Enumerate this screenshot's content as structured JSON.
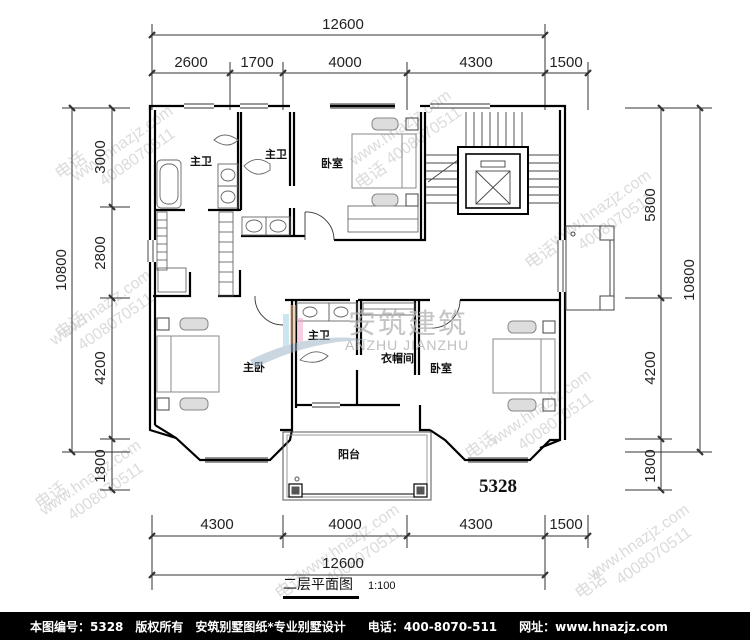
{
  "drawing": {
    "title": "二层平面图",
    "scale": "1:100",
    "plan_code": "5328"
  },
  "dimensions": {
    "top_total": "12600",
    "top_segments": [
      "2600",
      "1700",
      "4000",
      "4300",
      "1500"
    ],
    "bottom_segments": [
      "4300",
      "4000",
      "4300",
      "1500"
    ],
    "bottom_total": "12600",
    "left_segments": [
      "3000",
      "2800",
      "4200",
      "1800"
    ],
    "left_total": "10800",
    "right_segments": [
      "5800",
      "4200",
      "1800"
    ],
    "right_total": "10800"
  },
  "rooms": {
    "master_bath_1": "主卫",
    "master_bath_2": "主卫",
    "bedroom_top": "卧室",
    "master_bedroom": "主卧",
    "master_bath_3": "主卫",
    "cloakroom": "衣帽间",
    "bedroom_right": "卧室",
    "balcony": "阳台"
  },
  "brand": {
    "name_cn": "安筑建筑",
    "name_en": "ANZHU JIANZHU"
  },
  "watermark": {
    "url": "www.hnazjz.com",
    "phone": "电话: 4008070511"
  },
  "footer": {
    "drawing_no": "本图编号：5328",
    "copyright": "版权所有",
    "slogan": "安筑别墅图纸*专业别墅设计",
    "phone": "电话：400-8070-511",
    "website": "网址：www.hnazjz.com"
  }
}
